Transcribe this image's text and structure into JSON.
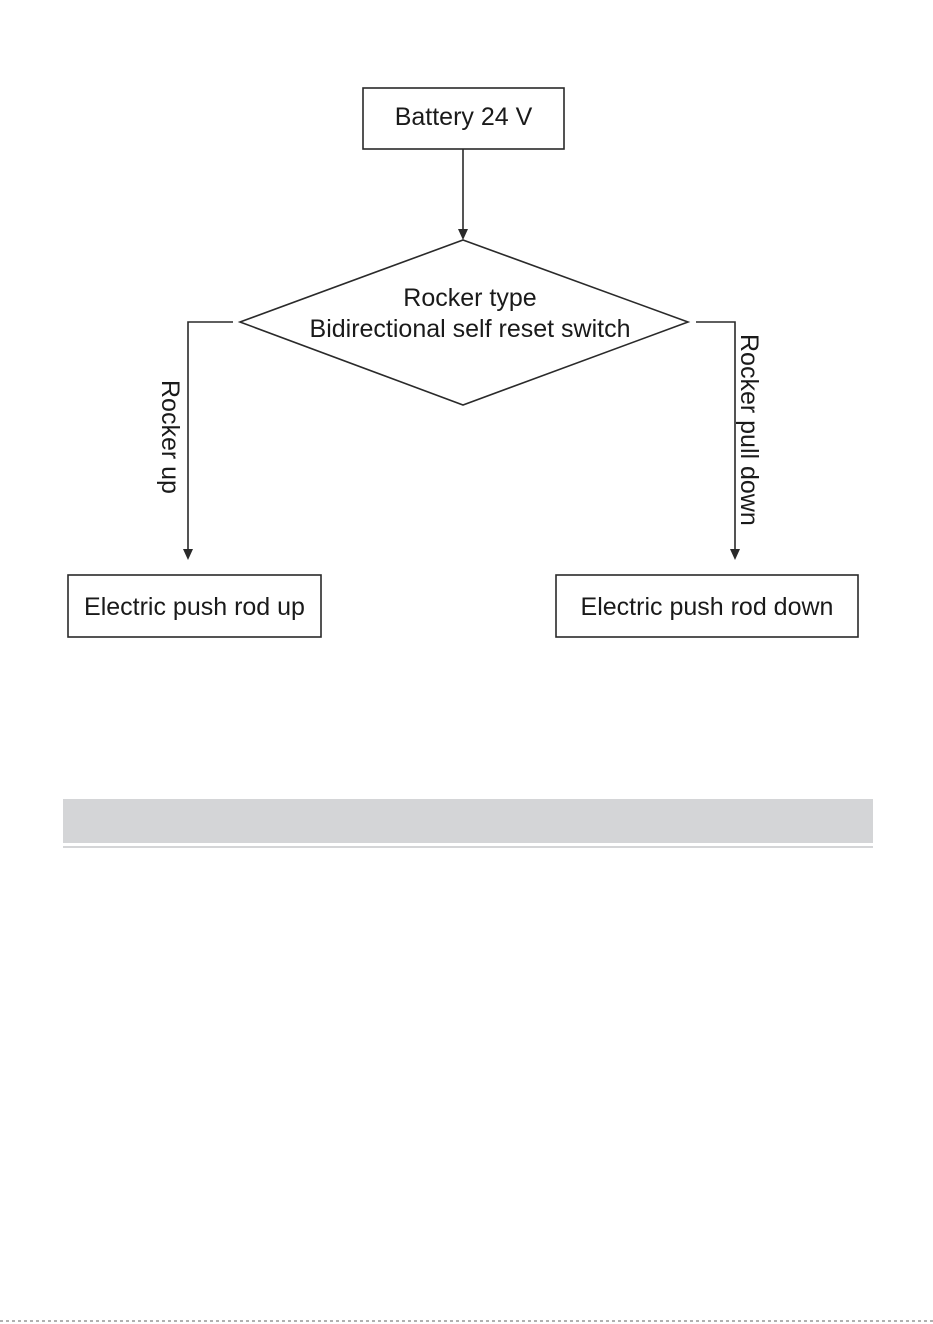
{
  "diagram": {
    "nodes": {
      "battery": "Battery 24 V",
      "switch_line1": "Rocker type",
      "switch_line2": "Bidirectional self reset switch",
      "rod_up": "Electric push rod up",
      "rod_down": "Electric push rod down"
    },
    "edges": {
      "left": "Rocker up",
      "right": "Rocker pull down"
    }
  },
  "colors": {
    "line": "#2a2a2a",
    "section_bar": "#d4d5d7"
  }
}
